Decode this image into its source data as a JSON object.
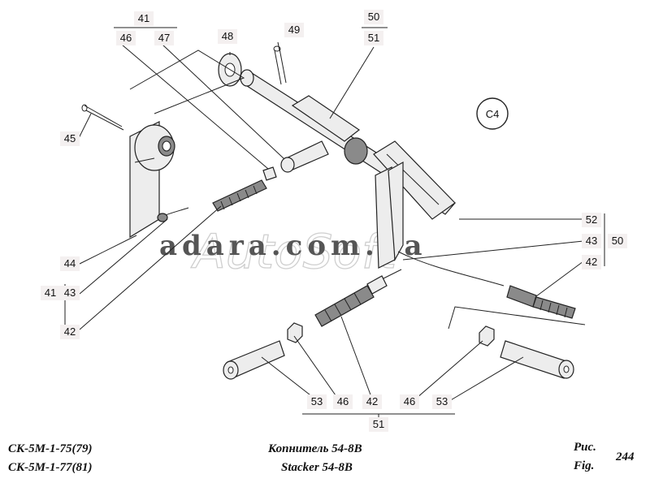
{
  "callouts": {
    "c41_top": "41",
    "c46_top": "46",
    "c47": "47",
    "c48": "48",
    "c49": "49",
    "c50_top": "50",
    "c51_top": "51",
    "c45": "45",
    "c44": "44",
    "c41_left": "41",
    "c43_left": "43",
    "c42_left": "42",
    "c52": "52",
    "c43_right": "43",
    "c42_right": "42",
    "c50_right": "50",
    "c53_a": "53",
    "c46_a": "46",
    "c42_bottom": "42",
    "c46_b": "46",
    "c53_b": "53",
    "c51_bottom": "51"
  },
  "section_badge": "C4",
  "watermark": {
    "text": "adara.com.ua",
    "logo": "AutoSoft"
  },
  "footer": {
    "model_1": "СК-5М-1-75(79)",
    "model_2": "СК-5М-1-77(81)",
    "title_ru": "Копнитель 54-8В",
    "title_en": "Stacker 54-8B",
    "fig_ru": "Рис.",
    "fig_en": "Fig.",
    "fig_number": "244"
  }
}
